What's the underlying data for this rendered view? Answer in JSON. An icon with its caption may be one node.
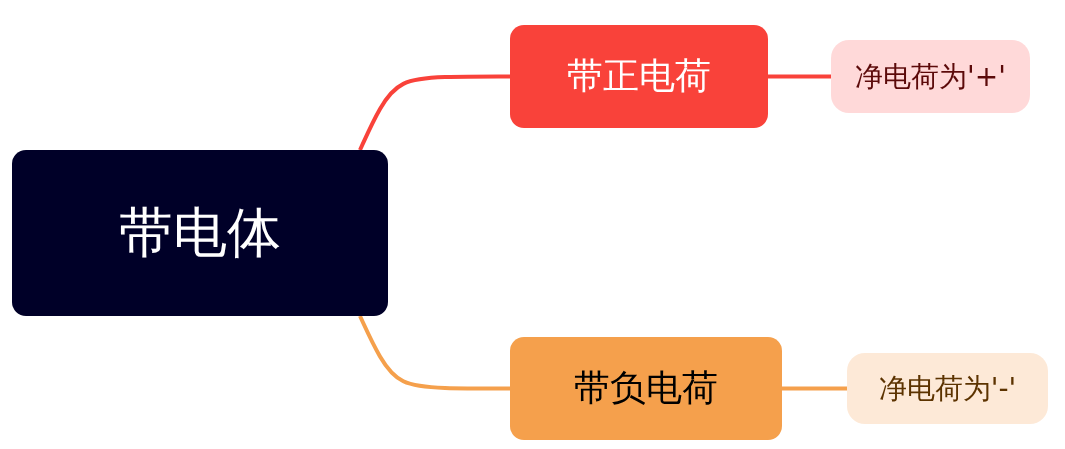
{
  "diagram": {
    "nodes": [
      {
        "text": [
          "带电体"
        ]
      },
      {
        "text": [
          "带正电荷"
        ]
      },
      {
        "text": [
          "净电荷为'+'"
        ]
      },
      {
        "text": [
          "带负电荷"
        ]
      },
      {
        "text": [
          "净电荷为'-'"
        ]
      }
    ],
    "edges": [
      {
        "from": 0,
        "to": 1,
        "arrow": "none",
        "color": "#f9423a"
      },
      {
        "from": 1,
        "to": 2,
        "arrow": "none",
        "color": "#f9423a"
      },
      {
        "from": 0,
        "to": 3,
        "arrow": "none",
        "color": "#f5a04c"
      },
      {
        "from": 3,
        "to": 4,
        "arrow": "none",
        "color": "#f5a04c"
      }
    ]
  }
}
